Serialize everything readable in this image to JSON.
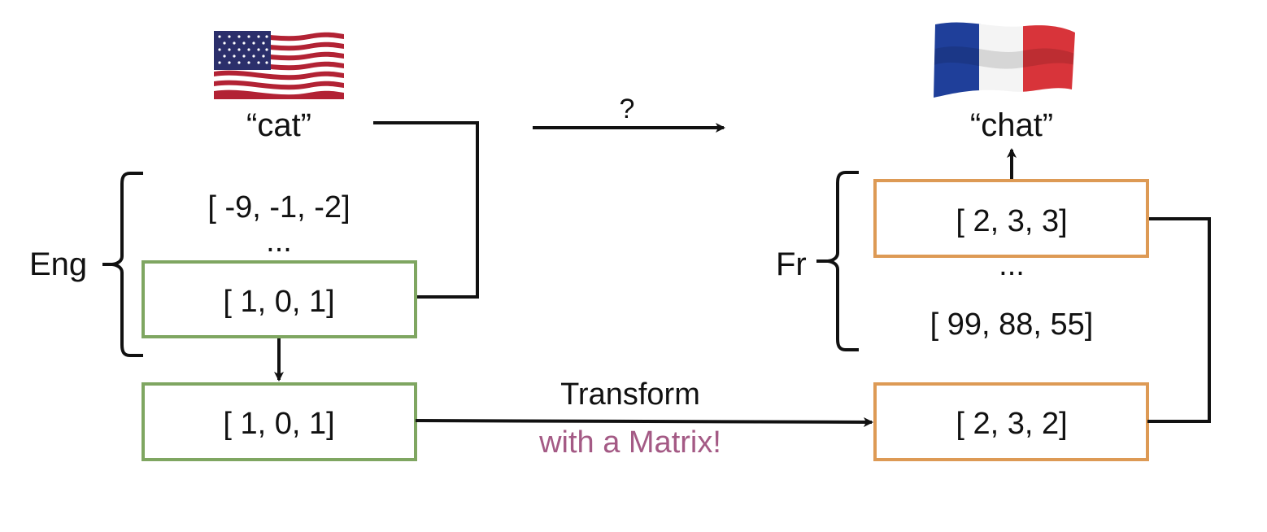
{
  "english": {
    "word": "“cat”",
    "group_label": "Eng",
    "vectors": [
      "[ -9, -1, -2]",
      "...",
      "[ 1, 0, 1]"
    ],
    "output_vector": "[ 1, 0, 1]",
    "flag_icon": "us-flag-icon"
  },
  "french": {
    "word": "“chat”",
    "group_label": "Fr",
    "vectors": [
      "[ 2, 3, 3]",
      "...",
      "[ 99, 88, 55]"
    ],
    "transformed_vector": "[ 2, 3, 2]",
    "flag_icon": "france-flag-icon"
  },
  "question_mark": "?",
  "transform": {
    "label": "Transform",
    "sublabel": "with a Matrix!"
  },
  "colors": {
    "english_box": "#7fa661",
    "french_box": "#dd9a55",
    "matrix_text": "#a45a85",
    "stroke": "#111111"
  }
}
